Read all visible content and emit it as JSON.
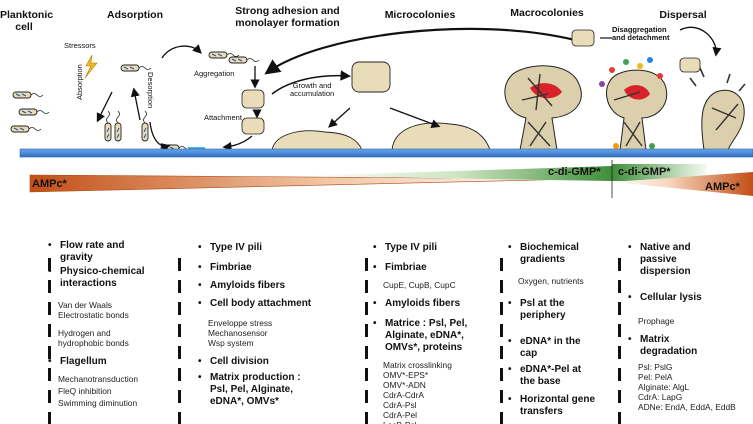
{
  "stages": {
    "planktonic": "Planktonic\ncell",
    "adsorption": "Adsorption",
    "strong_adhesion": "Strong adhesion and\nmonolayer formation",
    "microcolonies": "Microcolonies",
    "macrocolonies": "Macrocolonies",
    "dispersal": "Dispersal"
  },
  "diagram_labels": {
    "stressors": "Stressors",
    "absorption": "Absorption",
    "desorption": "Desorption",
    "aggregation": "Aggregation",
    "attachment": "Attachment",
    "growth": "Growth and\naccumulation",
    "disaggregation": "Disaggregation\nand detachment"
  },
  "gradients": {
    "ampc_left": "AMPc*",
    "cdigmp_mid": "c-di-GMP*",
    "cdigmp_right": "c-di-GMP*",
    "ampc_right": "AMPc*"
  },
  "columns": [
    {
      "items": [
        {
          "text": "Flow rate and",
          "bold": true,
          "bullet": true
        },
        {
          "text": "gravity",
          "bold": true
        },
        {
          "text": "Physico-chemical",
          "bold": true,
          "bullet": true
        },
        {
          "text": "interactions",
          "bold": true
        },
        {
          "text": "Van der Waals",
          "bold": false
        },
        {
          "text": "Electrostatic bonds",
          "bold": false
        },
        {
          "text": "Hydrogen and",
          "bold": false
        },
        {
          "text": "hydrophobic bonds",
          "bold": false
        },
        {
          "text": "Flagellum",
          "bold": true,
          "bullet": true
        },
        {
          "text": "Mechanotransduction",
          "bold": false
        },
        {
          "text": "FleQ inhibition",
          "bold": false
        },
        {
          "text": "Swimming diminution",
          "bold": false
        }
      ]
    },
    {
      "items": [
        {
          "text": "Type IV pili",
          "bold": true,
          "bullet": true
        },
        {
          "text": "Fimbriae",
          "bold": true,
          "bullet": true
        },
        {
          "text": "Amyloids fibers",
          "bold": true,
          "bullet": true
        },
        {
          "text": "Cell body attachment",
          "bold": true,
          "bullet": true
        },
        {
          "text": "Enveloppe stress",
          "bold": false
        },
        {
          "text": "Mechanosensor",
          "bold": false
        },
        {
          "text": "Wsp system",
          "bold": false
        },
        {
          "text": "Cell division",
          "bold": true,
          "bullet": true
        },
        {
          "text": "Matrix production :",
          "bold": true,
          "bullet": true
        },
        {
          "text": "Psl, Pel, Alginate,",
          "bold": true
        },
        {
          "text": "eDNA*, OMVs*",
          "bold": true
        }
      ]
    },
    {
      "items": [
        {
          "text": "Type IV pili",
          "bold": true,
          "bullet": true
        },
        {
          "text": "Fimbriae",
          "bold": true,
          "bullet": true
        },
        {
          "text": "CupE, CupB, CupC",
          "bold": false
        },
        {
          "text": "Amyloids fibers",
          "bold": true,
          "bullet": true
        },
        {
          "text": "Matrice : Psl, Pel,",
          "bold": true,
          "bullet": true
        },
        {
          "text": "Alginate, eDNA*,",
          "bold": true
        },
        {
          "text": "OMVs*, proteins",
          "bold": true
        },
        {
          "text": "Matrix crosslinking",
          "bold": false
        },
        {
          "text": "OMV*-EPS*",
          "bold": false
        },
        {
          "text": "OMV*-ADN",
          "bold": false
        },
        {
          "text": "CdrA-CdrA",
          "bold": false
        },
        {
          "text": "CdrA-Psl",
          "bold": false
        },
        {
          "text": "CdrA-Pel",
          "bold": false
        },
        {
          "text": "LecB-Psl",
          "bold": false
        }
      ]
    },
    {
      "items": [
        {
          "text": "Biochemical",
          "bold": true,
          "bullet": true
        },
        {
          "text": "gradients",
          "bold": true
        },
        {
          "text": "Oxygen, nutrients",
          "bold": false
        },
        {
          "text": "Psl at the",
          "bold": true,
          "bullet": true
        },
        {
          "text": "periphery",
          "bold": true
        },
        {
          "text": "eDNA* in the",
          "bold": true,
          "bullet": true
        },
        {
          "text": "cap",
          "bold": true
        },
        {
          "text": "eDNA*-Pel at",
          "bold": true,
          "bullet": true
        },
        {
          "text": "the base",
          "bold": true
        },
        {
          "text": "Horizontal gene",
          "bold": true,
          "bullet": true
        },
        {
          "text": "transfers",
          "bold": true
        }
      ]
    },
    {
      "items": [
        {
          "text": "Native and",
          "bold": true,
          "bullet": true
        },
        {
          "text": "passive",
          "bold": true
        },
        {
          "text": "dispersion",
          "bold": true
        },
        {
          "text": "Cellular lysis",
          "bold": true,
          "bullet": true
        },
        {
          "text": "Prophage",
          "bold": false
        },
        {
          "text": "Matrix",
          "bold": true,
          "bullet": true
        },
        {
          "text": "degradation",
          "bold": true
        },
        {
          "text": "Psl: PslG",
          "bold": false
        },
        {
          "text": "Pel: PelA",
          "bold": false
        },
        {
          "text": "Alginate: AlgL",
          "bold": false
        },
        {
          "text": "CdrA: LapG",
          "bold": false
        },
        {
          "text": "ADNe: EndA, EddA, EddB",
          "bold": false
        }
      ]
    }
  ],
  "colors": {
    "substrate": "#3a7fd4",
    "ampc": "#c8551a",
    "cdigmp": "#3f8f3a",
    "biofilm": "#e9dcb8",
    "red_core": "#d9232a"
  }
}
